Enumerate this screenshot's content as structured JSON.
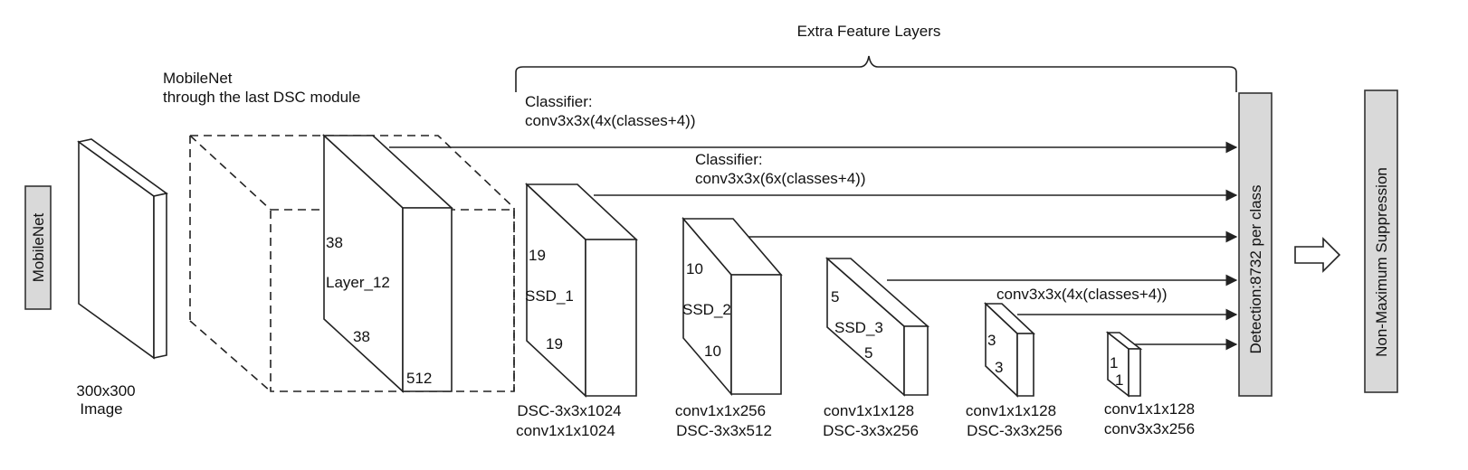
{
  "title": "Extra Feature Layers",
  "left_box": {
    "label": "MobileNet"
  },
  "input": {
    "label_line1": "300x300",
    "label_line2": "Image"
  },
  "mobilenet_block": {
    "caption_line1": "MobileNet",
    "caption_line2": "through the last DSC module",
    "layer_name": "Layer_12",
    "height": "38",
    "width": "38",
    "depth": "512"
  },
  "classifiers": [
    {
      "line1": "Classifier:",
      "line2": "conv3x3x(4x(classes+4))"
    },
    {
      "line1": "Classifier:",
      "line2": "conv3x3x(6x(classes+4))"
    },
    {
      "line1": "conv3x3x(4x(classes+4))"
    }
  ],
  "blocks": [
    {
      "name": "SSD_1",
      "top": "19",
      "bottom": "19",
      "cap1": "DSC-3x3x1024",
      "cap2": "conv1x1x1024"
    },
    {
      "name": "SSD_2",
      "top": "10",
      "bottom": "10",
      "cap1": "conv1x1x256",
      "cap2": "DSC-3x3x512"
    },
    {
      "name": "SSD_3",
      "top": "5",
      "bottom": "5",
      "cap1": "conv1x1x128",
      "cap2": "DSC-3x3x256"
    },
    {
      "top": "3",
      "bottom": "3",
      "cap1": "conv1x1x128",
      "cap2": "DSC-3x3x256"
    },
    {
      "top": "1",
      "bottom": "1",
      "cap1": "conv1x1x128",
      "cap2": "conv3x3x256"
    }
  ],
  "detection": {
    "label": "Detection:8732 per class"
  },
  "nms": {
    "label": "Non-Maximum Suppression"
  }
}
